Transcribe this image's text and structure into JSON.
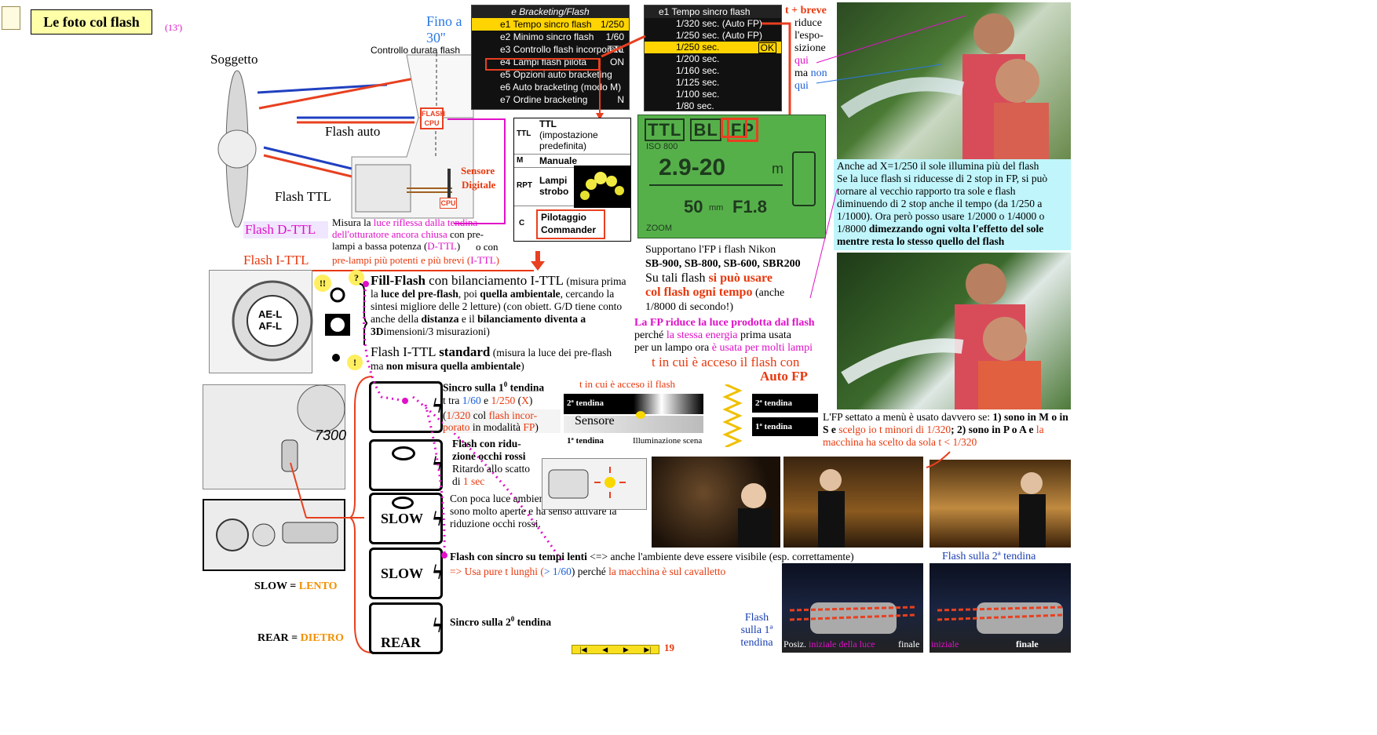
{
  "title": "Le foto col flash",
  "duration": "(13')",
  "page_number": "19",
  "labels": {
    "soggetto": "Soggetto",
    "controllo": "Controllo durata flash",
    "flash_auto": "Flash auto",
    "flash_ttl": "Flash TTL",
    "flash_cpu": "FLASH CPU",
    "cpu": "CPU",
    "sensore": "Sensore",
    "digitale": "Digitale",
    "fino": "Fino a",
    "fino2": "30''"
  },
  "dttl": {
    "label": "Flash D-TTL",
    "t1": "Misura la ",
    "t2": "luce riflessa dalla tendina dell'otturatore ancora chiusa",
    "t3": " con pre-lampi a bassa potenza (",
    "t4": "D-TTL",
    "t5": ")",
    "o_con": "o con"
  },
  "ittl": {
    "label": "Flash  I-TTL",
    "t1": "pre-lampi più potenti e più brevi (",
    "t2": "I-TTL",
    "t3": ")"
  },
  "menu1": {
    "header": "e Bracketing/Flash",
    "rows": [
      {
        "code": "e1",
        "label": "Tempo sincro flash",
        "value": "1/250"
      },
      {
        "code": "e2",
        "label": "Minimo sincro flash",
        "value": "1/60"
      },
      {
        "code": "e3",
        "label": "Controllo flash incorporato",
        "value": "TTL"
      },
      {
        "code": "e4",
        "label": "Lampi flash pilota",
        "value": "ON"
      },
      {
        "code": "e5",
        "label": "Opzioni auto bracketing",
        "value": ""
      },
      {
        "code": "e6",
        "label": "Auto bracketing (modo M)",
        "value": ""
      },
      {
        "code": "e7",
        "label": "Ordine bracketing",
        "value": "N"
      }
    ]
  },
  "menu2": {
    "header": "e1 Tempo sincro flash",
    "rows": [
      "1/320 sec. (Auto FP)",
      "1/250 sec. (Auto FP)",
      "1/250 sec.",
      "1/200 sec.",
      "1/160 sec.",
      "1/125 sec.",
      "1/100 sec.",
      "1/80 sec."
    ],
    "ok": "OK"
  },
  "menu3": {
    "items": [
      {
        "icon": "TTL",
        "lines": [
          "TTL",
          "(impostazione",
          "predefinita)"
        ]
      },
      {
        "icon": "M",
        "lines": [
          "Manuale"
        ]
      },
      {
        "icon": "RPT",
        "lines": [
          "Lampi",
          "strobo"
        ]
      },
      {
        "icon": "C",
        "lines": [
          "Pilotaggio",
          "Commander"
        ]
      }
    ]
  },
  "lcd": {
    "modes": [
      "TTL",
      "BL",
      "FP"
    ],
    "iso": "ISO 800",
    "range": "2.9-20",
    "unit": "m",
    "zoom": "50",
    "mm": "mm",
    "fstop": "F1.8",
    "zoomlabel": "ZOOM"
  },
  "tbreve": {
    "l1": "t + breve",
    "l2": "riduce",
    "l3": "l'espo-",
    "l4": "sizione",
    "l5": "qui",
    "l6": "ma ",
    "l7": "non",
    "l8": "qui"
  },
  "right_text": {
    "p1": "Anche ad X=1/250 il sole illumina più del flash",
    "p2": "Se la luce flash si riducesse di 2 stop in FP, si può tornare al vecchio rapporto tra sole e flash diminuendo di 2 stop anche il tempo (da 1/250 a 1/1000).",
    "p3": " Ora però posso usare 1/2000 o 1/4000 o 1/8000 ",
    "p4": "dimezzando ogni volta l'effetto del sole mentre resta lo stesso quello del flash"
  },
  "fp_support": {
    "l1": "Supportano l'FP i flash Nikon",
    "l2": "SB-900, SB-800, SB-600, SBR200",
    "l3a": "Su tali flash ",
    "l3b": "si può usare",
    "l4a": "col flash ogni tempo",
    "l4b": " (anche",
    "l5": "1/8000 di secondo!)"
  },
  "fp_reduce": {
    "l1a": "La FP riduce la luce prodotta dal flash",
    "l2a": "perché ",
    "l2b": "la stessa energia",
    "l2c": " prima usata",
    "l3a": "per un lampo ora ",
    "l3b": "è usata per molti lampi",
    "l4": "t in cui è acceso il flash con",
    "l5": "Auto FP"
  },
  "fill_flash": {
    "title_b": "Fill-Flash",
    "title_r": " con bilanciamento I-TTL",
    "t1": " (misura prima la ",
    "t2": "luce del pre-flash",
    "t3": ", poi ",
    "t4": "quella ambientale",
    "t5": ", cercando la sintesi migliore delle 2 letture)  (con obiett. G/D tiene conto anche della ",
    "t6": "distanza",
    "t7": " e il ",
    "t8": "bilanciamento diventa a 3D",
    "t9": "imensioni/3 misurazioni)"
  },
  "standard": {
    "t1": "Flash I-TTL ",
    "t2": "standard",
    "t3": " (misura la luce dei pre-flash ma ",
    "t4": "non misura quella ambientale",
    "t5": ")"
  },
  "sync": {
    "s1_title": "Sincro sulla 1",
    "s1_sup": "0",
    "s1_title2": " tendina",
    "s1_t1": " t tra ",
    "s1_t2": "1/60",
    "s1_t3": " e ",
    "s1_t4": "1/250",
    "s1_t5": " (",
    "s1_t6": "X",
    "s1_t7": ")",
    "s1_n1": "(",
    "s1_n2": "1/320",
    "s1_n3": " col ",
    "s1_n4": "flash incor-porato",
    "s1_n5": " in modalità ",
    "s1_n6": "FP",
    "s1_n7": ")",
    "s2_title": "Flash con ridu-zione occhi rossi",
    "s2_t1": "Ritardo allo scatto di ",
    "s2_t2": "1 sec",
    "s3_t": "Con poca luce ambiente (slow) le pupille sono molto aperte e ha senso attivare la riduzione occhi rossi.",
    "s4_title": "Flash con sincro su tempi lenti",
    "s4_r": "  <=> anche l'ambiente deve essere visibile (esp. correttamente)",
    "s4_t1": "=> Usa pure t lunghi (",
    "s4_t2": "> 1/60",
    "s4_t3": ") perché ",
    "s4_t4": "la macchina è sul cavalletto",
    "s5_title": "Sincro sulla 2",
    "s5_sup": "0",
    "s5_title2": " tendina"
  },
  "buttons": [
    "SLOW",
    "SLOW",
    "REAR"
  ],
  "slow_lento": {
    "a": "SLOW = ",
    "b": "LENTO"
  },
  "rear_dietro": {
    "a": "REAR = ",
    "b": "DIETRO"
  },
  "tendina": {
    "acceso": "t in cui è acceso il flash",
    "t2": "2ª tendina",
    "sensore": "Sensore",
    "t1": "1ª tendina",
    "illum": "Illuminazione scena",
    "t2b": "2ª tendina",
    "t1b": "1ª tendina"
  },
  "fp_menu": {
    "a": "L'FP settato a menù è usato davvero se: ",
    "b": "1) sono in M o in S e ",
    "c": "scelgo io",
    "d": " t minori di 1/320",
    "e": ";  2) sono in P o A e ",
    "f": "la macchina ha scelto da sola",
    "g": " t < 1/320"
  },
  "captions": {
    "sulla2": "Flash sulla 2ª tendina",
    "sulla1a": "Flash",
    "sulla1b": "sulla 1ª",
    "sulla1c": "tendina",
    "posiz": "Posiz. ",
    "iniziale": "iniziale della luce",
    "finale": "finale",
    "iniziale2": "iniziale",
    "finale2": "finale"
  },
  "nav": [
    "|◀",
    "◀",
    "▶",
    "▶|"
  ],
  "marks": {
    "ex": "!!",
    "q": "?",
    "ex1": "!"
  },
  "aelock": {
    "l1": "AE-L",
    "l2": "AF-L"
  },
  "model": "7300"
}
